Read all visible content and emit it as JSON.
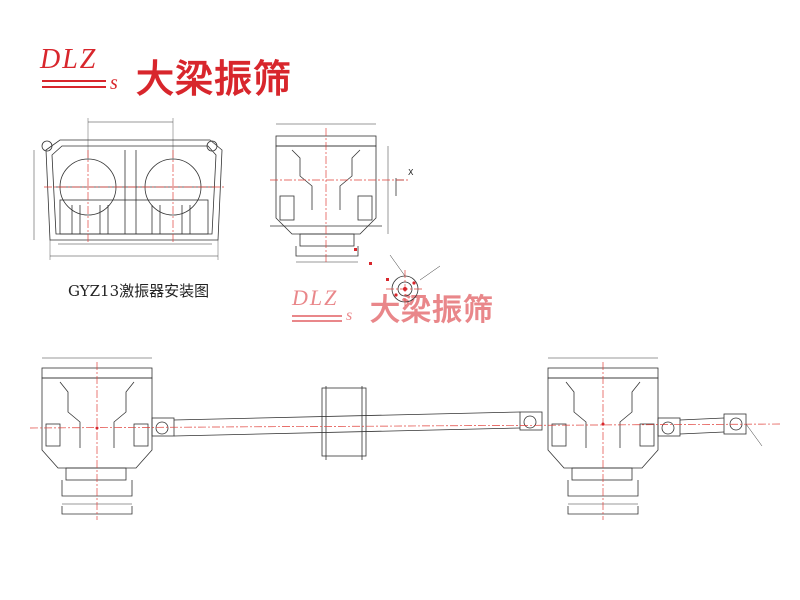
{
  "brand": {
    "mark_letters": "DLZ",
    "mark_sub": "s",
    "name_cn": "大梁振筛",
    "primary_color": "#d8262c"
  },
  "caption": "GYZ13激振器安装图",
  "side_view_label": "X",
  "colors": {
    "line": "#333333",
    "center_line": "#e0403a",
    "marker": "#d8262c"
  }
}
